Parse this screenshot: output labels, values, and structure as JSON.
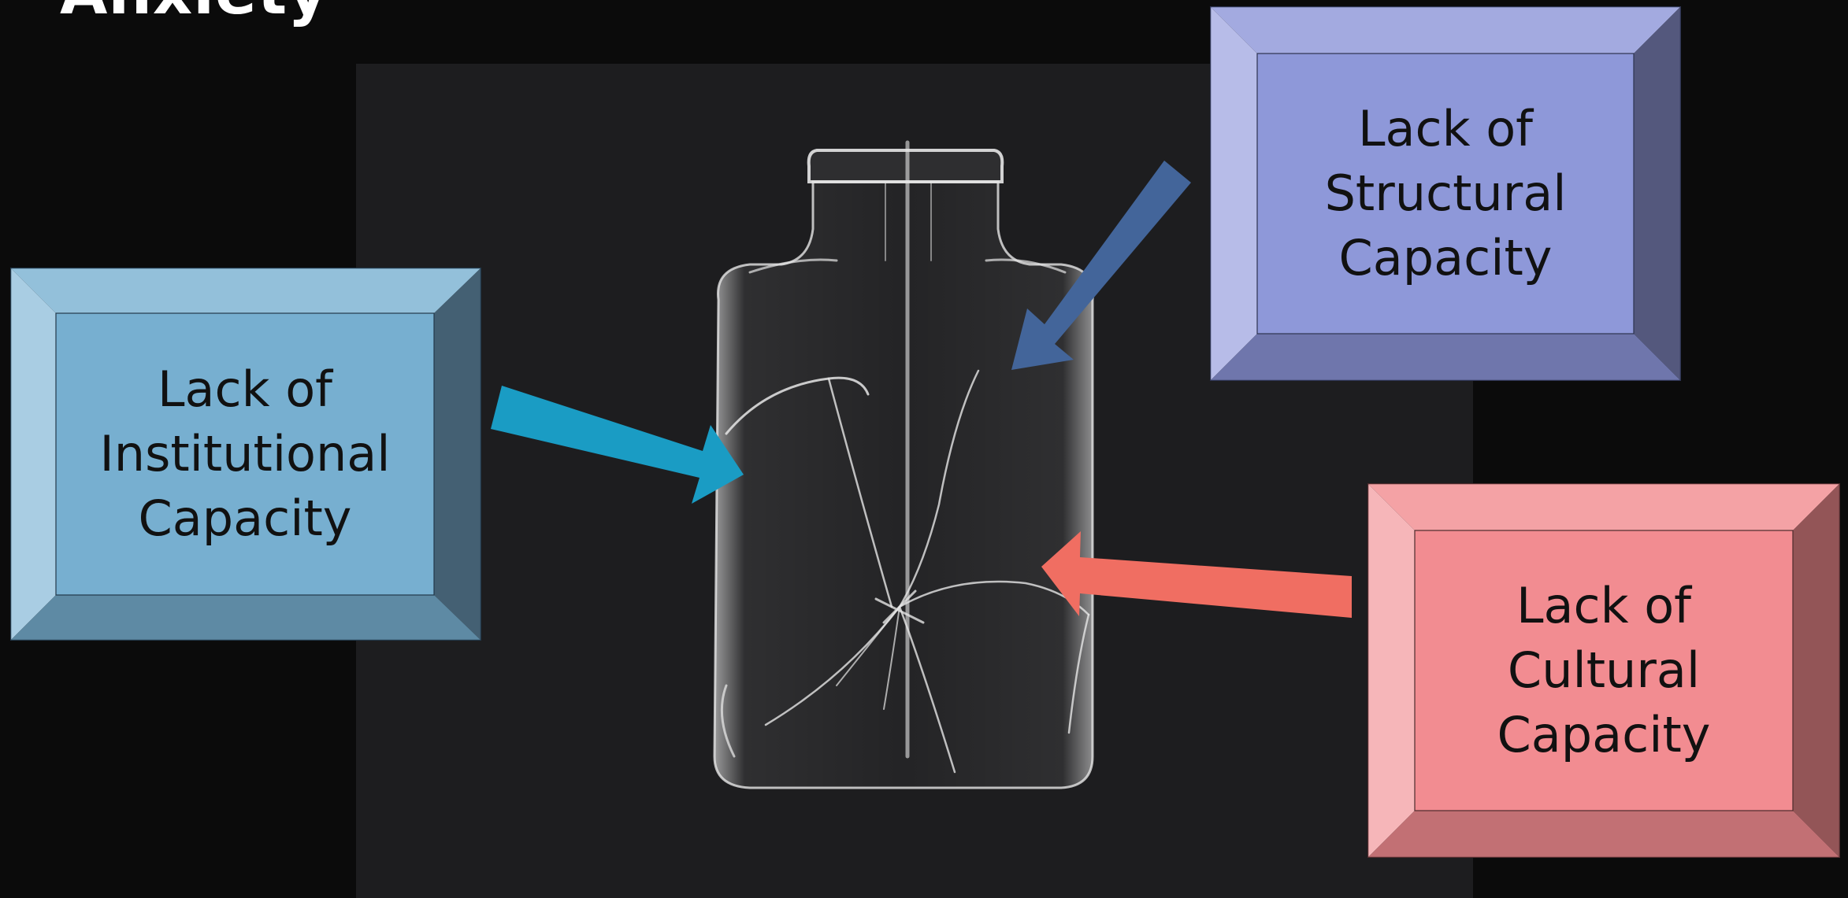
{
  "title": "Anxiety",
  "boxes": {
    "structural": {
      "lines": [
        "Lack of",
        "Structural",
        "Capacity"
      ],
      "face": "#8e98d9",
      "top": "#a3aae0",
      "left": "#b7bce8",
      "right": "#54587d",
      "bottom": "#6f76ac"
    },
    "institutional": {
      "lines": [
        "Lack of",
        "Institutional",
        "Capacity"
      ],
      "face": "#77afd0",
      "top": "#93c0da",
      "left": "#a9cde3",
      "right": "#446073",
      "bottom": "#5e8aa4"
    },
    "cultural": {
      "lines": [
        "Lack of",
        "Cultural",
        "Capacity"
      ],
      "face": "#f28c91",
      "top": "#f4a2a5",
      "left": "#f6b6b9",
      "right": "#935557",
      "bottom": "#c27074"
    }
  },
  "arrows": {
    "structural": "#43659a",
    "institutional": "#1a9cc4",
    "cultural": "#f06e62"
  }
}
